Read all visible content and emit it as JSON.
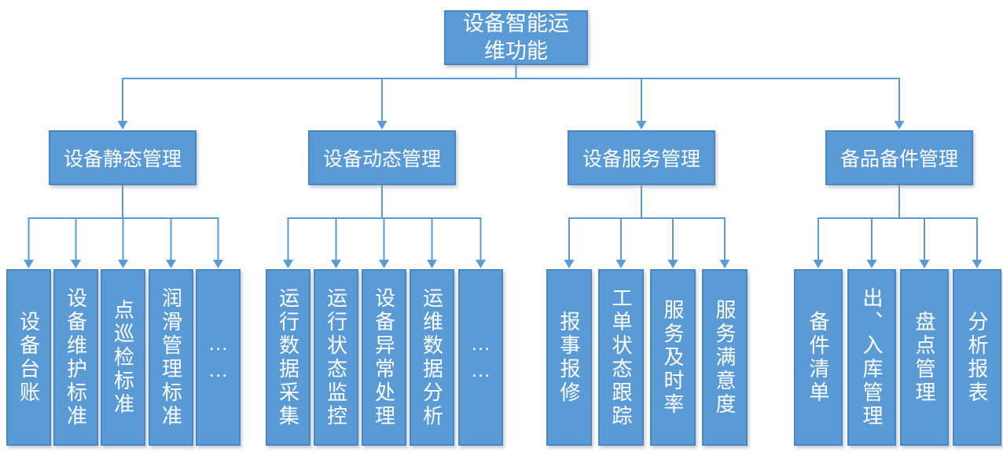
{
  "root": {
    "label": "设备智能运\n维功能"
  },
  "branches": [
    {
      "label": "设备静态管理",
      "children": [
        "设备台账",
        "设备维护标准",
        "点巡检标准",
        "润滑管理标准",
        "……"
      ]
    },
    {
      "label": "设备动态管理",
      "children": [
        "运行数据采集",
        "运行状态监控",
        "设备异常处理",
        "运维数据分析",
        "……"
      ]
    },
    {
      "label": "设备服务管理",
      "children": [
        "报事报修",
        "工单状态跟踪",
        "服务及时率",
        "服务满意度"
      ]
    },
    {
      "label": "备品备件管理",
      "children": [
        "备件清单",
        "出、入库管理",
        "盘点管理",
        "分析报表"
      ]
    }
  ],
  "colors": {
    "node_fill": "#5b9bd5",
    "node_border": "#4a86c0",
    "node_text": "#ffffff",
    "connector": "#5b9bd5"
  }
}
